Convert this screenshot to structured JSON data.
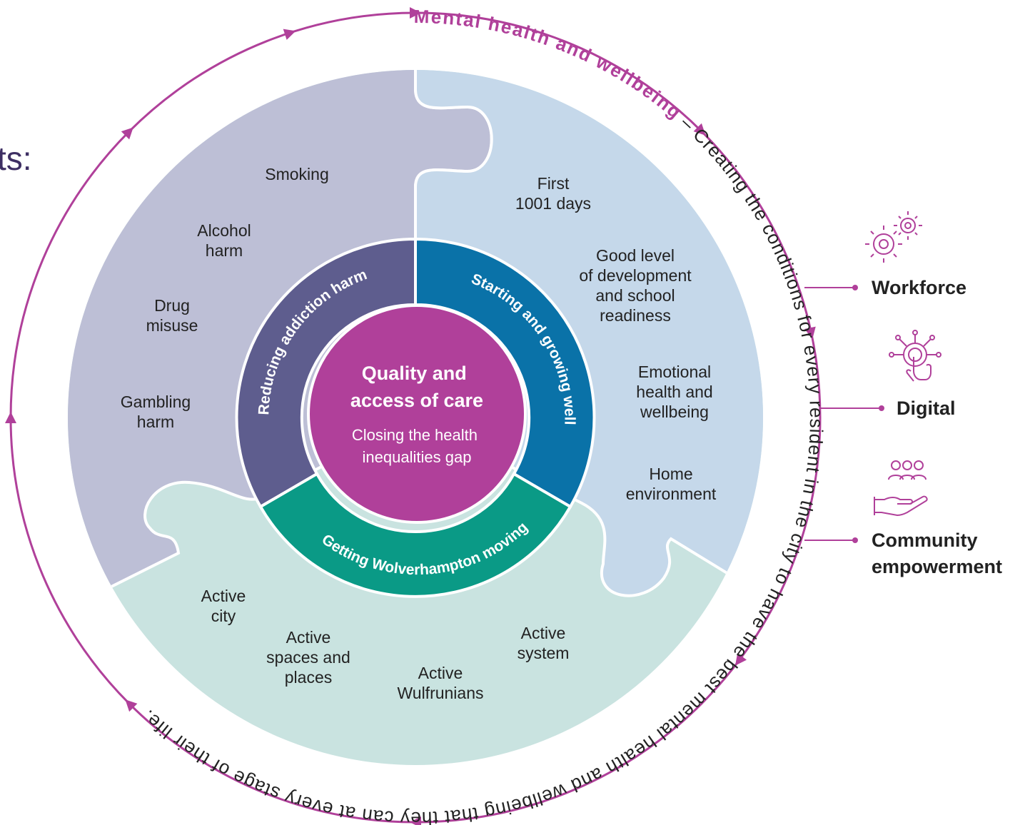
{
  "colors": {
    "outer_ring": "#b0409a",
    "addiction_puzzle": "#bdbfd6",
    "starting_puzzle": "#c5d8ea",
    "moving_puzzle": "#c9e3e0",
    "addiction_band": "#5e5d8e",
    "starting_band": "#0a72a8",
    "moving_band": "#0a9a86",
    "center": "#b0409a"
  },
  "left_cut_text": "ts:",
  "outer_text": {
    "bold": "Mental health and wellbeing",
    "rest": " – Creating the conditions for every resident in the city to have the best mental health and wellbeing that they can at every stage of their life."
  },
  "center": {
    "title_lines": [
      "Quality and",
      "access of care"
    ],
    "subtitle_lines": [
      "Closing the health",
      "inequalities gap"
    ]
  },
  "ring_labels": {
    "addiction": "Reducing addiction harm",
    "starting": "Starting and growing well",
    "moving": "Getting Wolverhampton moving"
  },
  "addiction_items": [
    [
      "Smoking"
    ],
    [
      "Alcohol",
      "harm"
    ],
    [
      "Drug",
      "misuse"
    ],
    [
      "Gambling",
      "harm"
    ]
  ],
  "starting_items": [
    [
      "First",
      "1001 days"
    ],
    [
      "Good level",
      "of development",
      "and school",
      "readiness"
    ],
    [
      "Emotional",
      "health and",
      "wellbeing"
    ],
    [
      "Home",
      "environment"
    ]
  ],
  "moving_items": [
    [
      "Active",
      "city"
    ],
    [
      "Active",
      "spaces and",
      "places"
    ],
    [
      "Active",
      "Wulfrunians"
    ],
    [
      "Active",
      "system"
    ]
  ],
  "enablers": [
    {
      "label": [
        "Workforce"
      ],
      "icon": "gears-icon"
    },
    {
      "label": [
        "Digital"
      ],
      "icon": "digital-touch-icon"
    },
    {
      "label": [
        "Community",
        "empowerment"
      ],
      "icon": "hand-people-icon"
    }
  ]
}
